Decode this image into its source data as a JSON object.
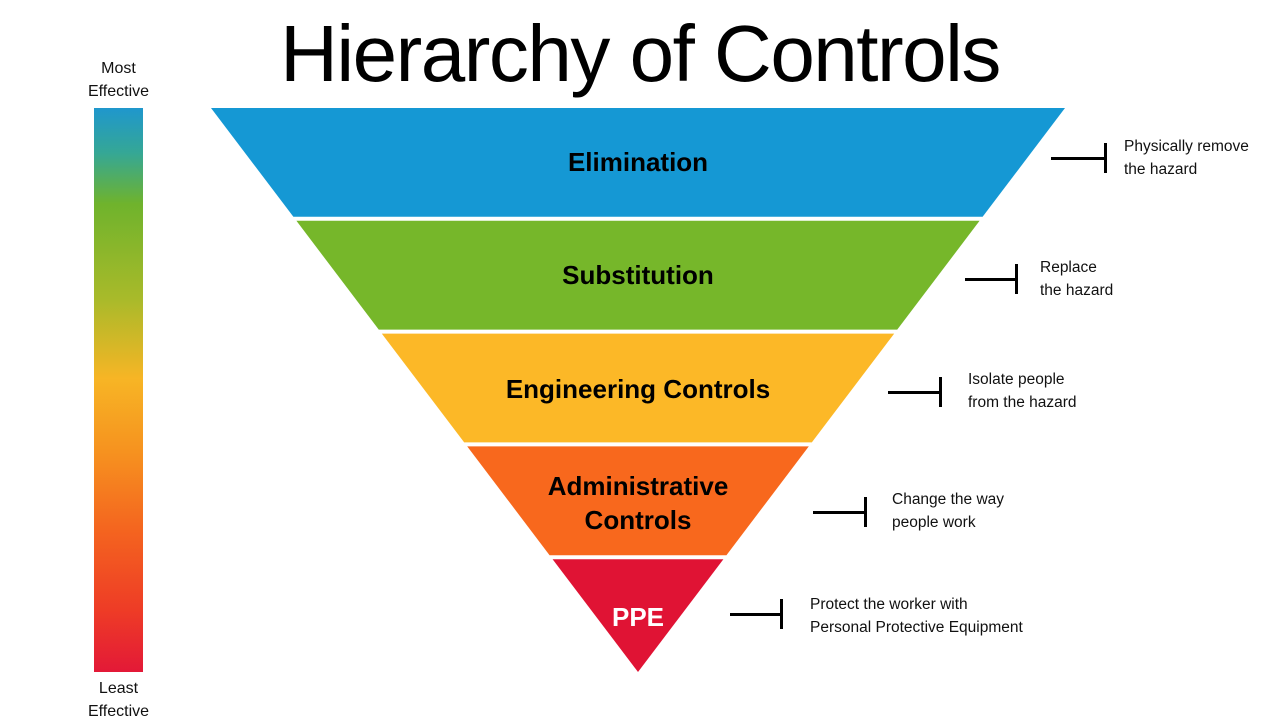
{
  "title": "Hierarchy of Controls",
  "effectiveness_scale": {
    "most_label": "Most\nEffective",
    "least_label": "Least\nEffective",
    "gradient": [
      {
        "color": "#1f97cd",
        "pos": 0
      },
      {
        "color": "#35a795",
        "pos": 8
      },
      {
        "color": "#6fb32c",
        "pos": 17
      },
      {
        "color": "#a9ba2a",
        "pos": 34
      },
      {
        "color": "#f7b525",
        "pos": 48
      },
      {
        "color": "#f6921f",
        "pos": 61
      },
      {
        "color": "#f4641f",
        "pos": 75
      },
      {
        "color": "#ee3c26",
        "pos": 89
      },
      {
        "color": "#e31937",
        "pos": 100
      }
    ]
  },
  "levels": [
    {
      "label": "Elimination",
      "color": "#1598d4",
      "text_color": "#000000",
      "description": "Physically remove\nthe hazard"
    },
    {
      "label": "Substitution",
      "color": "#76b72a",
      "text_color": "#000000",
      "description": "Replace\nthe hazard"
    },
    {
      "label": "Engineering Controls",
      "color": "#fcb827",
      "text_color": "#000000",
      "description": "Isolate people\nfrom the hazard"
    },
    {
      "label": "Administrative Controls",
      "color": "#f8681d",
      "text_color": "#000000",
      "description": "Change the way\npeople work"
    },
    {
      "label": "PPE",
      "color": "#e01334",
      "text_color": "#ffffff",
      "description": "Protect the worker with\nPersonal Protective Equipment"
    }
  ]
}
